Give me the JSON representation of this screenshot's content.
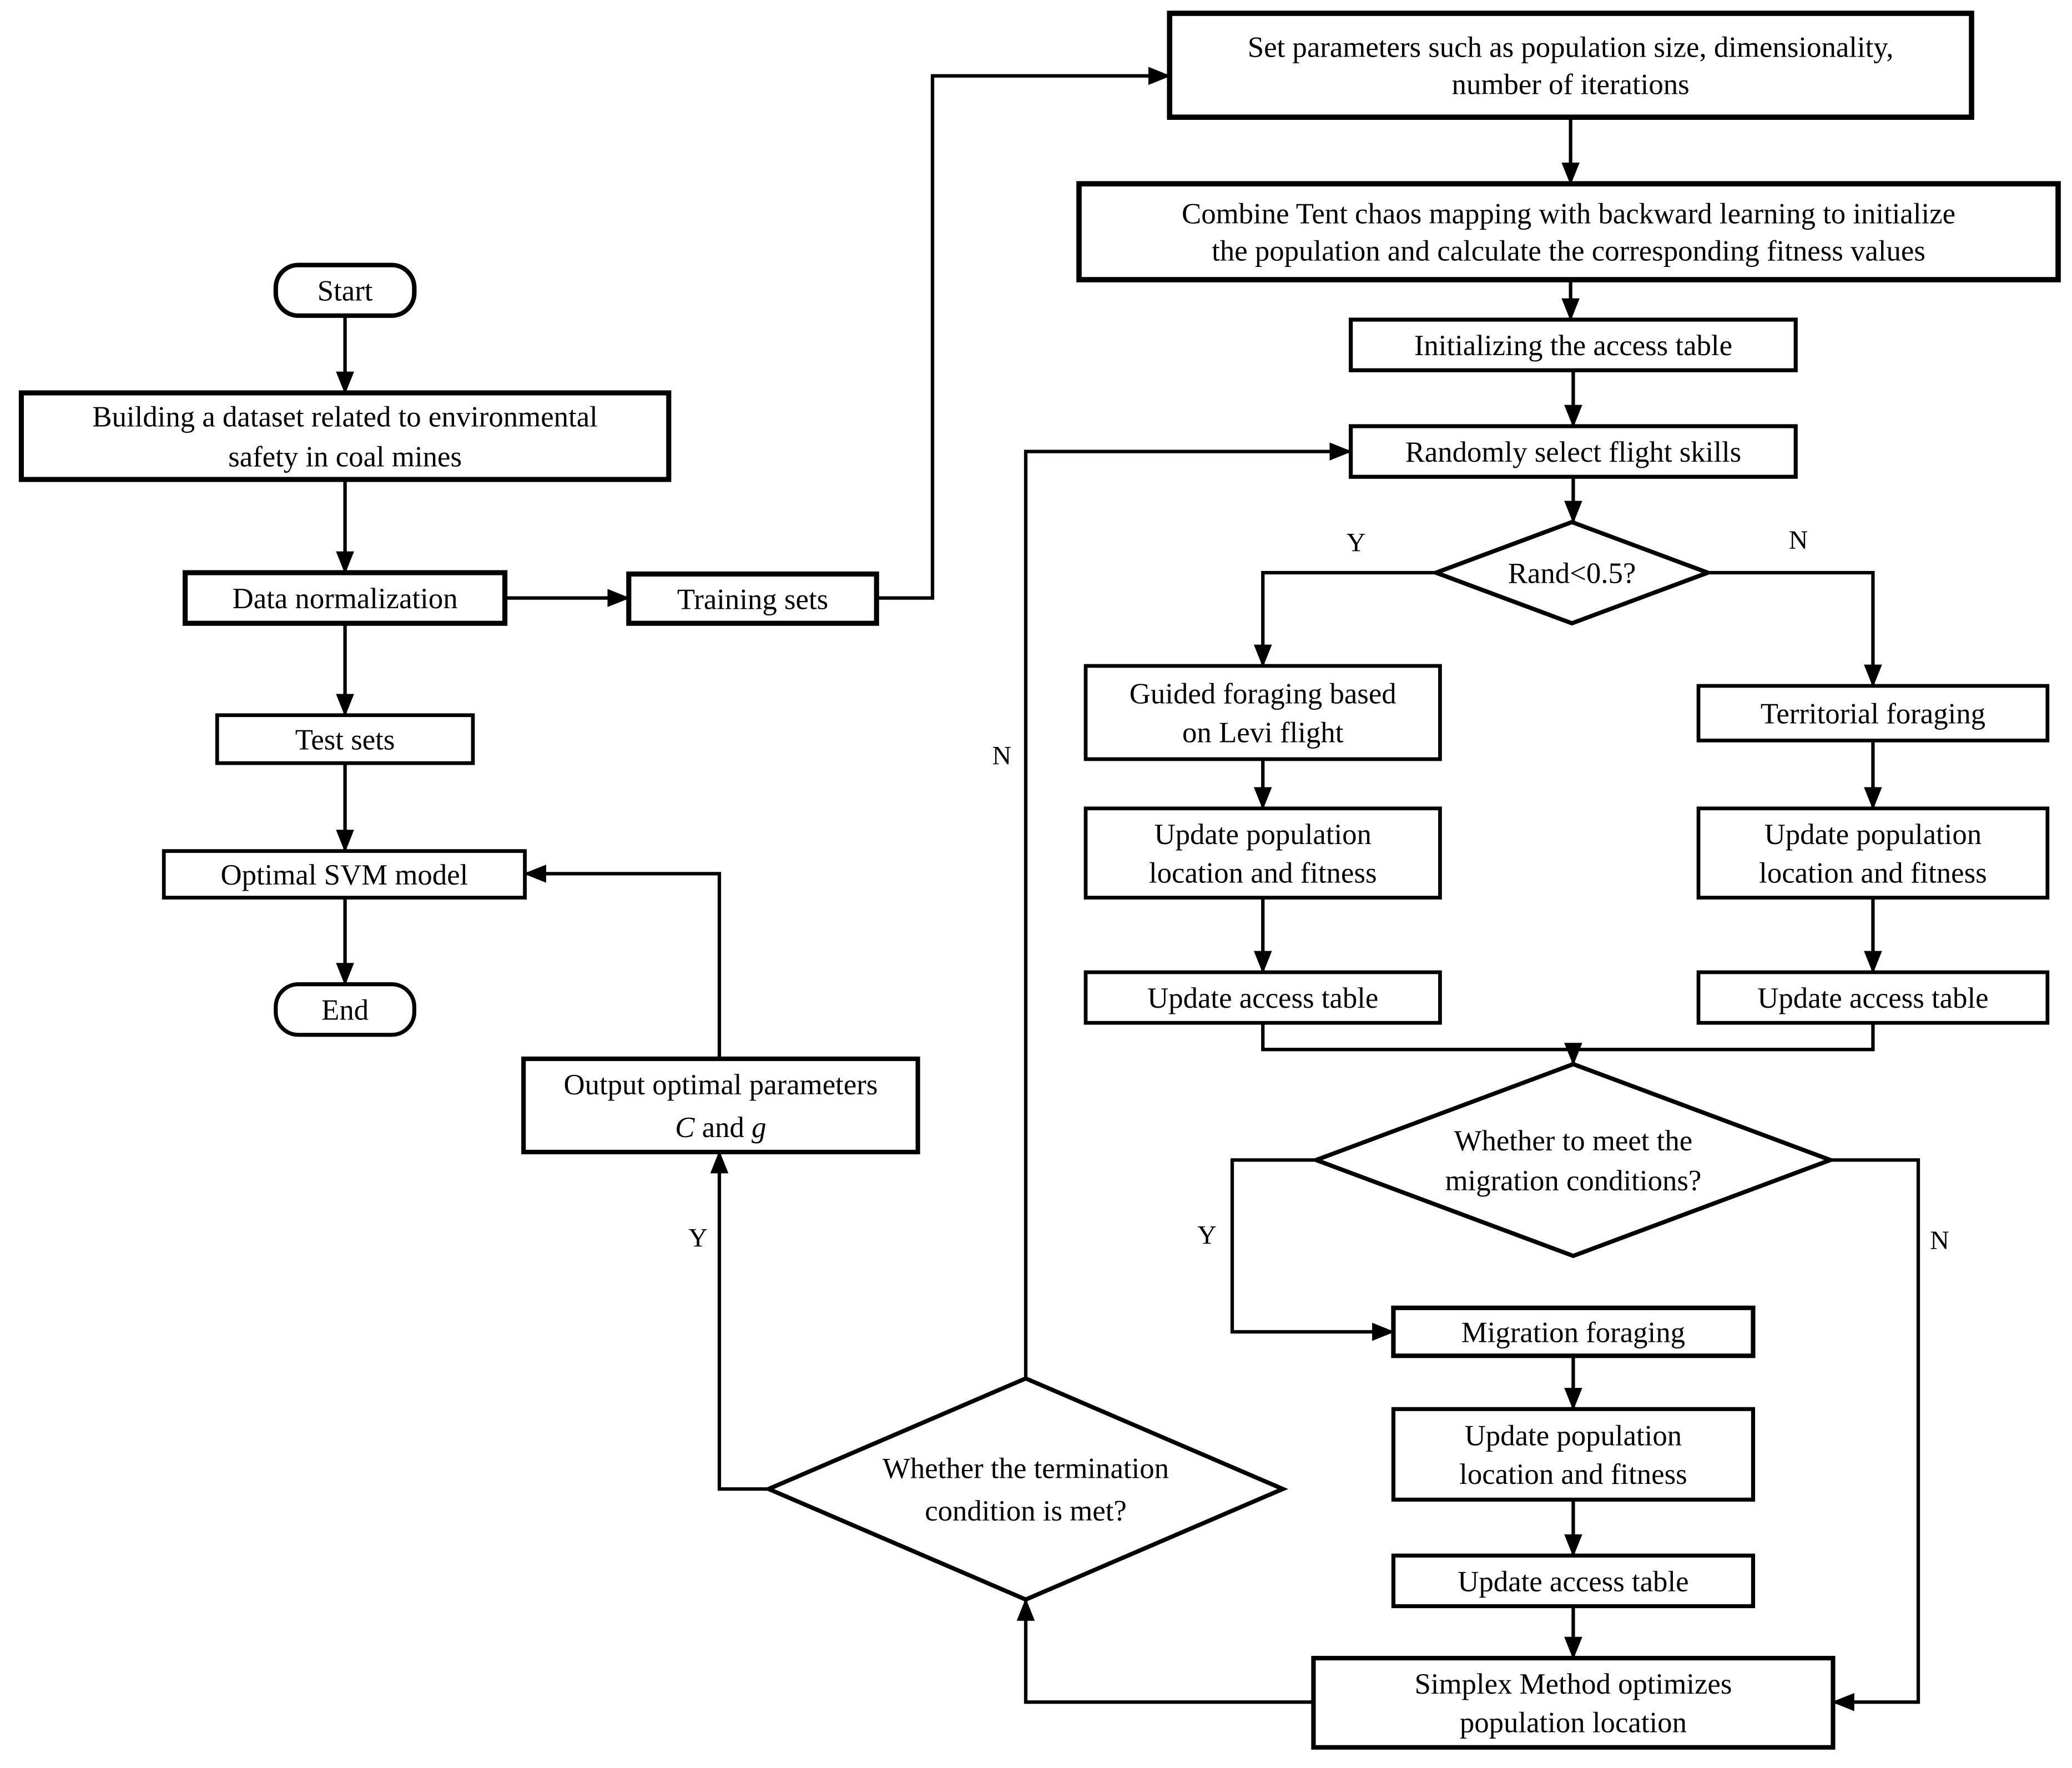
{
  "diagram": {
    "description": "Flowchart of an optimization algorithm combining Tent chaos mapping, foraging strategies and Simplex Method to tune SVM parameters for coal mine environmental safety",
    "colors": {
      "stroke": "#000000",
      "background": "#ffffff",
      "text": "#000000"
    },
    "nodes": [
      {
        "id": "start",
        "type": "terminator",
        "lines": [
          "Start"
        ]
      },
      {
        "id": "build_dataset",
        "type": "process",
        "lines": [
          "Building a dataset related to environmental",
          "safety in coal mines"
        ]
      },
      {
        "id": "data_normalization",
        "type": "process",
        "lines": [
          "Data normalization"
        ]
      },
      {
        "id": "training_sets",
        "type": "process",
        "lines": [
          "Training sets"
        ]
      },
      {
        "id": "test_sets",
        "type": "process",
        "lines": [
          "Test sets"
        ]
      },
      {
        "id": "optimal_svm",
        "type": "process",
        "lines": [
          "Optimal SVM model"
        ]
      },
      {
        "id": "end",
        "type": "terminator",
        "lines": [
          "End"
        ]
      },
      {
        "id": "output_params",
        "type": "process",
        "lines": [
          "Output optimal parameters",
          [
            {
              "t": "C",
              "italic": true
            },
            {
              "t": " and ",
              "italic": false
            },
            {
              "t": "g",
              "italic": true
            }
          ]
        ]
      },
      {
        "id": "set_params",
        "type": "process",
        "lines": [
          "Set parameters such as population size, dimensionality,",
          "number of iterations"
        ]
      },
      {
        "id": "combine_tent",
        "type": "process",
        "lines": [
          "Combine Tent chaos mapping with backward learning to initialize",
          "the population and calculate the corresponding fitness values"
        ]
      },
      {
        "id": "init_access",
        "type": "process",
        "lines": [
          "Initializing the access table"
        ]
      },
      {
        "id": "rand_select",
        "type": "process",
        "lines": [
          "Randomly select flight skills"
        ]
      },
      {
        "id": "rand_decision",
        "type": "decision",
        "lines": [
          "Rand<0.5?"
        ]
      },
      {
        "id": "guided",
        "type": "process",
        "lines": [
          "Guided foraging based",
          "on Levi flight"
        ]
      },
      {
        "id": "territorial",
        "type": "process",
        "lines": [
          "Territorial foraging"
        ]
      },
      {
        "id": "update_pop_left",
        "type": "process",
        "lines": [
          "Update population",
          "location and fitness"
        ]
      },
      {
        "id": "update_pop_right",
        "type": "process",
        "lines": [
          "Update population",
          "location and fitness"
        ]
      },
      {
        "id": "update_access_left",
        "type": "process",
        "lines": [
          "Update access table"
        ]
      },
      {
        "id": "update_access_right",
        "type": "process",
        "lines": [
          "Update access table"
        ]
      },
      {
        "id": "migration_decision",
        "type": "decision",
        "lines": [
          "Whether to meet the",
          "migration conditions?"
        ]
      },
      {
        "id": "migration",
        "type": "process",
        "lines": [
          "Migration foraging"
        ]
      },
      {
        "id": "update_pop_mid",
        "type": "process",
        "lines": [
          "Update population",
          "location and fitness"
        ]
      },
      {
        "id": "update_access_mid",
        "type": "process",
        "lines": [
          "Update access table"
        ]
      },
      {
        "id": "simplex",
        "type": "process",
        "lines": [
          "Simplex Method optimizes",
          "population location"
        ]
      },
      {
        "id": "termination_decision",
        "type": "decision",
        "lines": [
          "Whether the termination",
          "condition is met?"
        ]
      }
    ],
    "edge_labels": {
      "rand_yes": "Y",
      "rand_no": "N",
      "migration_yes": "Y",
      "migration_no": "N",
      "termination_yes": "Y",
      "termination_no": "N"
    }
  }
}
